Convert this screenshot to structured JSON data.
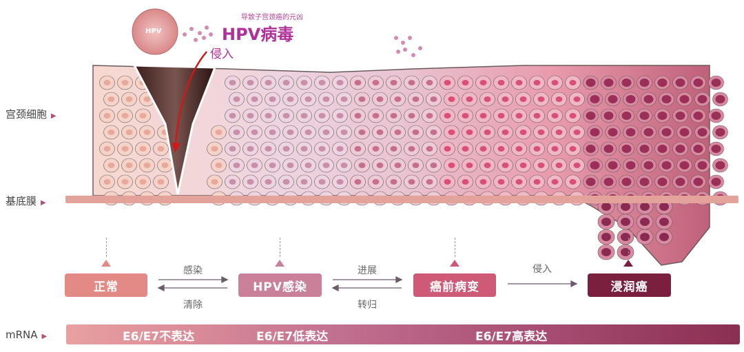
{
  "header": {
    "subtitle": "导致子宫颈癌的元凶",
    "title": "HPV病毒",
    "virus_label": "HPV",
    "invade_label": "侵入"
  },
  "side_labels": {
    "cervical_cells": "宫颈细胞",
    "basement_membrane": "基底膜",
    "mrna": "mRNA"
  },
  "stages": [
    {
      "label": "正常",
      "color": "#e38a86"
    },
    {
      "label": "HPV感染",
      "color": "#c98098"
    },
    {
      "label": "癌前病变",
      "color": "#cf5a78"
    },
    {
      "label": "浸润癌",
      "color": "#7a1f3e"
    }
  ],
  "transitions": [
    {
      "forward": "感染",
      "backward": "清除"
    },
    {
      "forward": "进展",
      "backward": "转归"
    },
    {
      "forward": "侵入"
    }
  ],
  "mrna_levels": [
    "E6/E7不表达",
    "E6/E7低表达",
    "E6/E7高表达"
  ]
}
